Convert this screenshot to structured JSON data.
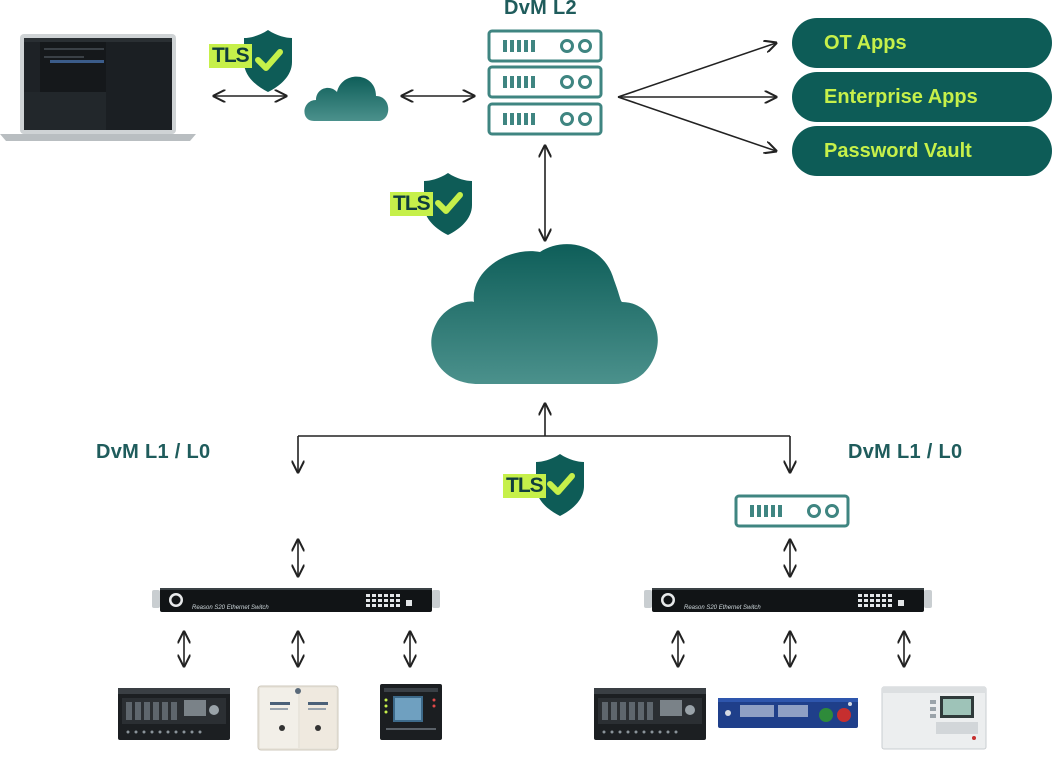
{
  "title_l2": "DvM L2",
  "label_left": "DvM L1 / L0",
  "label_right": "DvM L1 / L0",
  "tls_text": "TLS",
  "apps": [
    {
      "label": "OT Apps"
    },
    {
      "label": "Enterprise Apps"
    },
    {
      "label": "Password Vault"
    }
  ],
  "switch_label": "Reason S20 Ethernet Switch",
  "colors": {
    "dark_teal": "#0d5c57",
    "lime": "#c6f04a",
    "label_teal": "#1f5c5c",
    "server_teal": "#3f8581"
  },
  "icons": [
    "laptop-icon",
    "tls-shield-icon",
    "cloud-icon",
    "server-rack-icon",
    "ethernet-switch-icon",
    "relay-device-icon"
  ]
}
